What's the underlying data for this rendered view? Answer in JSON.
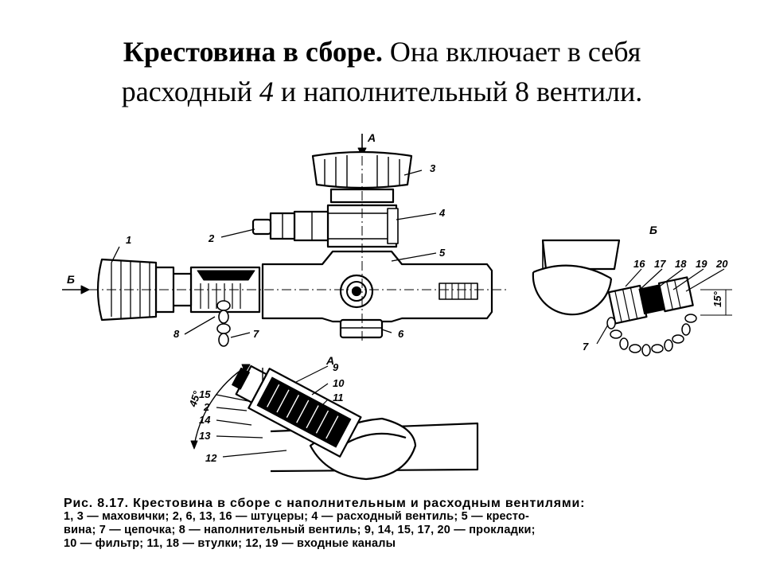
{
  "title": {
    "bold_part": "Крестовина в сборе.",
    "part1": " Она включает в себя",
    "part2": "расходный ",
    "italic_num": "4",
    "part3": " и наполнительный 8 вентили."
  },
  "figure": {
    "view_labels": {
      "a_top": "А",
      "b_left": "Б",
      "b_view": "Б",
      "a_view": "А"
    },
    "part_numbers": {
      "n1": "1",
      "n2": "2",
      "n3": "3",
      "n4": "4",
      "n5": "5",
      "n6": "6",
      "n7": "7",
      "n8": "8",
      "b16": "16",
      "b17": "17",
      "b18": "18",
      "b19": "19",
      "b20": "20",
      "b7": "7",
      "a9": "9",
      "a10": "10",
      "a11": "11",
      "a15": "15",
      "a2": "2",
      "a14": "14",
      "a13": "13",
      "a12": "12"
    },
    "angles": {
      "a45": "45°",
      "a15": "15°"
    }
  },
  "caption": {
    "line1": "Рис. 8.17. Крестовина в сборе с наполнительным и расходным вентилями:",
    "line2": "1, 3 — маховички; 2, 6, 13, 16 — штуцеры; 4 — расходный вентиль; 5 — кресто-",
    "line3": "вина; 7 — цепочка; 8 — наполнительный вентиль; 9, 14, 15, 17, 20 — прокладки;",
    "line4": "10 — фильтр; 11, 18 — втулки; 12, 19 — входные каналы"
  }
}
